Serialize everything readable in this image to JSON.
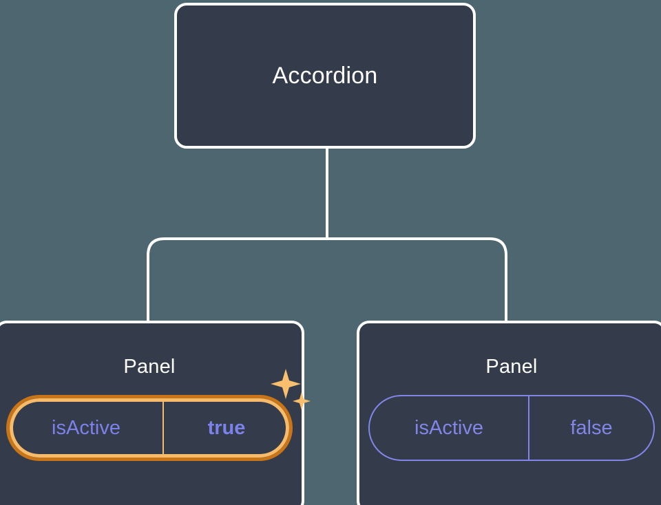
{
  "theme": {
    "background": "#4d6670",
    "node_fill": "#343b4a",
    "node_border": "#ffffff",
    "connector": "#ffffff",
    "title_text": "#ffffff",
    "pill_accent": "#8186e8",
    "highlight_outer": "#c87519",
    "highlight_inner": "#f7bc6b",
    "sparkle": "#f9be6e"
  },
  "tree": {
    "root": {
      "label": "Accordion"
    },
    "children": [
      {
        "label": "Panel",
        "highlighted": true,
        "prop": {
          "key": "isActive",
          "value": "true"
        }
      },
      {
        "label": "Panel",
        "highlighted": false,
        "prop": {
          "key": "isActive",
          "value": "false"
        }
      }
    ]
  },
  "icons": {
    "sparkle_large": "sparkle-icon",
    "sparkle_small": "sparkle-small-icon"
  }
}
